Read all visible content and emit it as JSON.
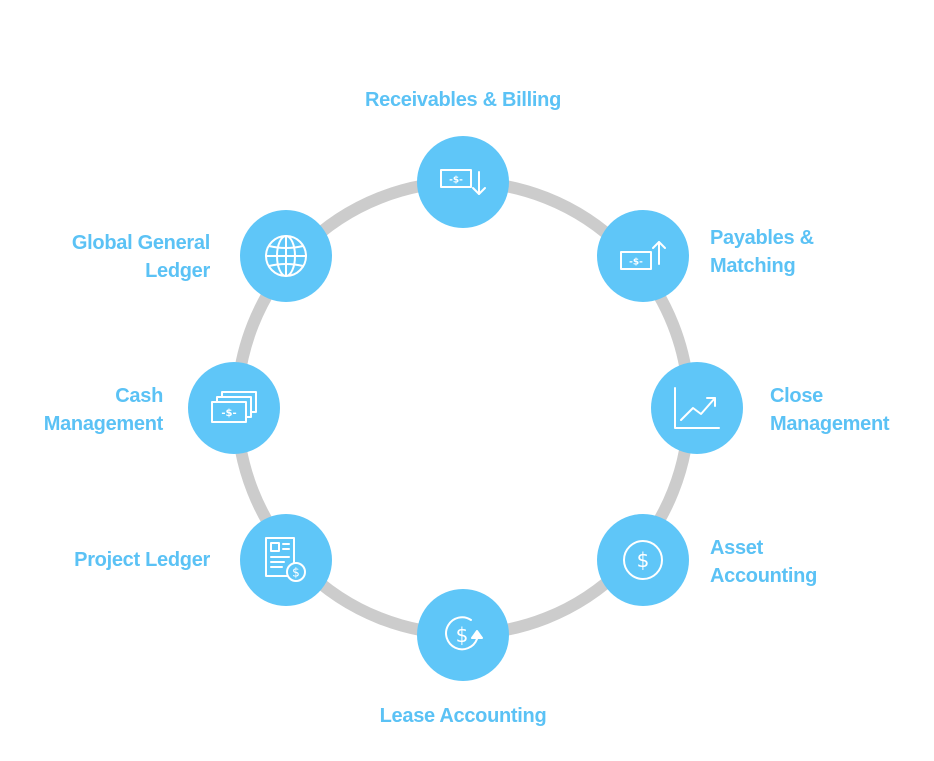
{
  "colors": {
    "accent": "#5fc6f8",
    "label": "#5bc2f5",
    "ring": "#cccccc",
    "icon_stroke": "#ffffff"
  },
  "modules": [
    {
      "label_lines": [
        "Receivables & Billing"
      ],
      "icon": "invoice-down-arrow-icon"
    },
    {
      "label_lines": [
        "Payables &",
        "Matching"
      ],
      "icon": "bill-up-arrow-icon"
    },
    {
      "label_lines": [
        "Close",
        "Management"
      ],
      "icon": "trend-chart-icon"
    },
    {
      "label_lines": [
        "Asset",
        "Accounting"
      ],
      "icon": "dollar-coin-icon"
    },
    {
      "label_lines": [
        "Lease Accounting"
      ],
      "icon": "dollar-refresh-icon"
    },
    {
      "label_lines": [
        "Project Ledger"
      ],
      "icon": "ledger-document-icon"
    },
    {
      "label_lines": [
        "Cash",
        "Management"
      ],
      "icon": "stacked-bills-icon"
    },
    {
      "label_lines": [
        "Global General",
        "Ledger"
      ],
      "icon": "globe-icon"
    }
  ]
}
